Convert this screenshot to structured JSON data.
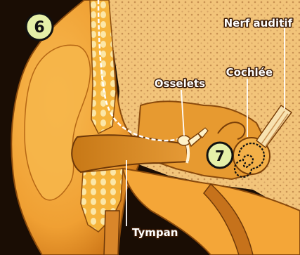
{
  "badges": {
    "step_6": "6",
    "step_7": "7"
  },
  "labels": {
    "auditory_nerve": "Nerf auditif",
    "cochlea": "Cochlée",
    "ossicles": "Osselets",
    "eardrum": "Tympan"
  },
  "colors": {
    "background": "#1a0d04",
    "skin": "#f3a238",
    "skin_dark": "#c66f16",
    "bone": "#f2c47a",
    "bone_dot": "#c89152",
    "badge_fill": "#e6f0a8",
    "label_text": "#ffffff"
  }
}
